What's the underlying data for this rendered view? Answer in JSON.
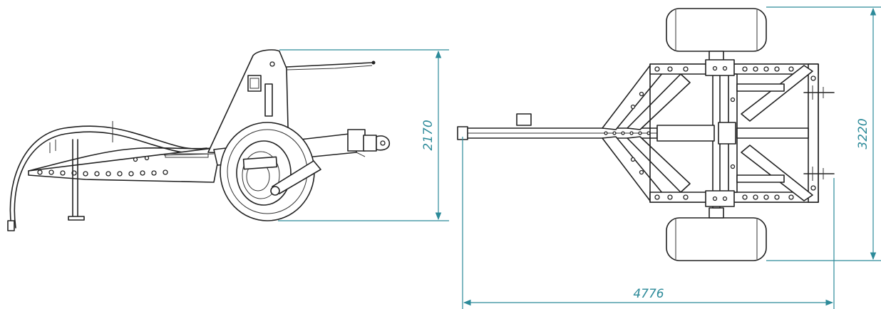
{
  "dimensions": {
    "side_height": "2170",
    "top_width": "3220",
    "top_length": "4776"
  },
  "colors": {
    "line": "#222222",
    "dimension": "#2c8a99",
    "background": "#ffffff"
  }
}
